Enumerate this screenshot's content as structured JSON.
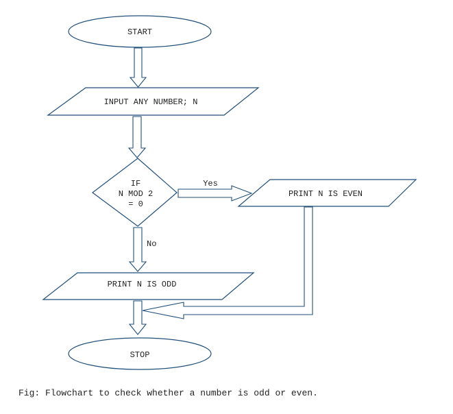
{
  "nodes": {
    "start": "START",
    "input": "INPUT ANY NUMBER; N",
    "decision": [
      "IF",
      "N MOD 2",
      "= 0"
    ],
    "even": "PRINT N IS EVEN",
    "odd": "PRINT N IS ODD",
    "stop": "STOP"
  },
  "edges": {
    "yes": "Yes",
    "no": "No"
  },
  "caption": "Fig: Flowchart to check whether a number is odd or even.",
  "colors": {
    "stroke": "#1f4e79",
    "text": "#222222"
  }
}
